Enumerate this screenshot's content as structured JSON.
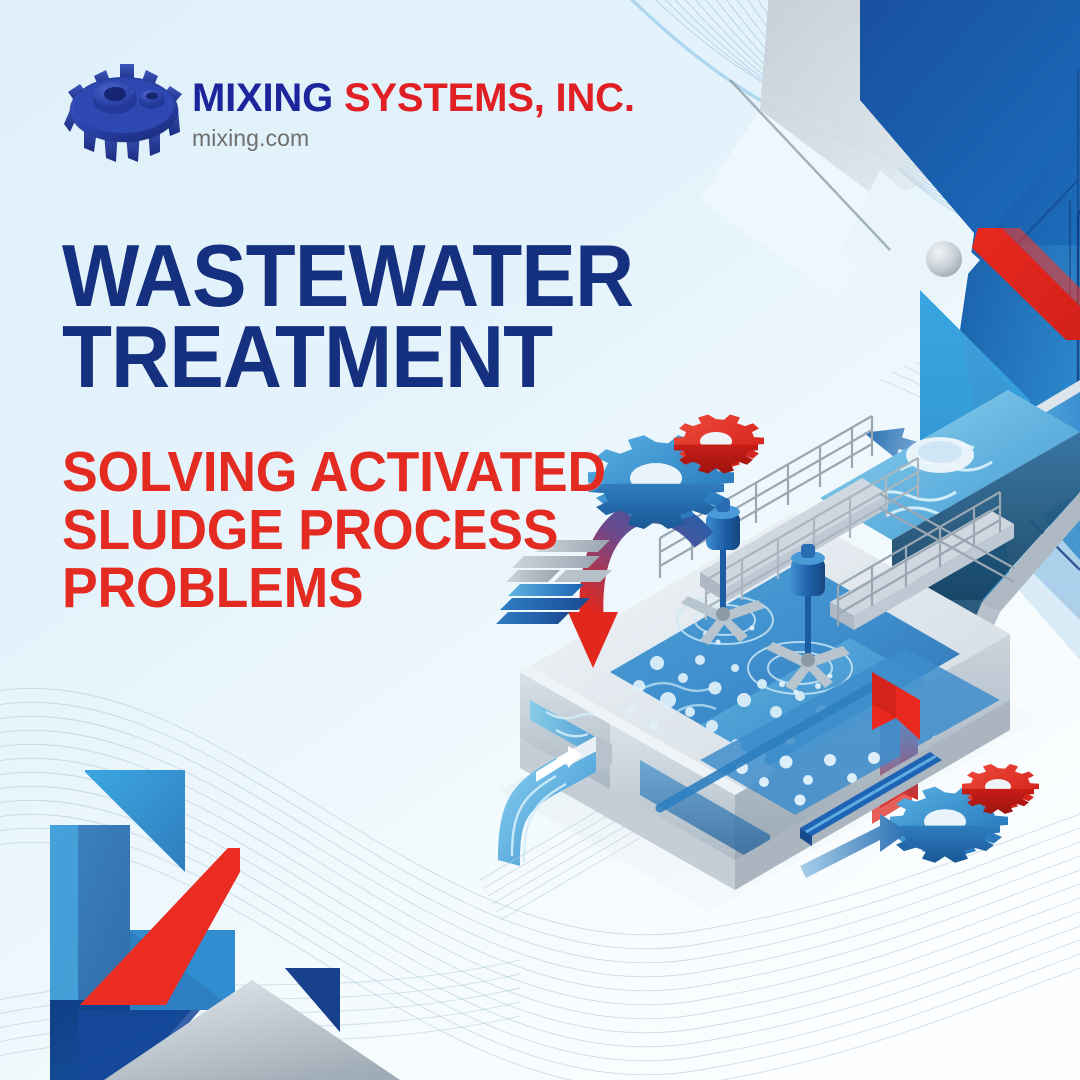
{
  "brand": {
    "logo_icon": "impeller-mixer-icon",
    "name_part_blue": "MIXING",
    "name_part_red": "SYSTEMS, INC.",
    "website": "mixing.com",
    "colors": {
      "blue": "#1c259b",
      "red": "#e12026",
      "url_gray": "#6e6e6e",
      "logo_blue": "#2b49a8"
    }
  },
  "headline": {
    "line1": "WASTEWATER",
    "line2": "TREATMENT",
    "color": "#14307e"
  },
  "subheadline": {
    "line1": "SOLVING ACTIVATED",
    "line2": "SLUDGE PROCESS",
    "line3": "PROBLEMS",
    "color": "#e42b21"
  },
  "illustration": {
    "title": "isometric-wastewater-treatment-plant",
    "elements": [
      "aeration-basin",
      "submersible-mixer-1",
      "submersible-mixer-2",
      "walkway-railing",
      "clarifier-tank",
      "influent-channel",
      "effluent-channel",
      "return-activated-sludge-arrow",
      "sludge-return-pipe"
    ],
    "gears": [
      {
        "name": "gear-blue-top",
        "color": "#3a8fd0"
      },
      {
        "name": "gear-red-top",
        "color": "#e02323"
      },
      {
        "name": "gear-blue-bottom",
        "color": "#3a8fd0"
      },
      {
        "name": "gear-red-bottom",
        "color": "#e02323"
      }
    ],
    "arrows": [
      {
        "name": "inlet-arrow",
        "direction": "right",
        "color": "#ffffff"
      },
      {
        "name": "outlet-arrow",
        "direction": "right",
        "color": "#ffffff"
      },
      {
        "name": "top-flow-arrow",
        "direction": "left",
        "color": "#2f6fb5"
      },
      {
        "name": "bottom-flow-arrow",
        "direction": "right",
        "color": "#2f6fb5"
      },
      {
        "name": "recirculation-arrow",
        "direction": "down-curve",
        "color_from": "#2b5fa8",
        "color_to": "#e02323"
      }
    ],
    "accent_bars": {
      "name": "data-bar-accent",
      "colors": [
        "#b9c3cc",
        "#9aa6b2",
        "#2f8fd8",
        "#1e63b8",
        "#1c4f9c"
      ]
    }
  },
  "decor": {
    "top_right_shapes": [
      "polygon-dark-blue",
      "polygon-mid-blue",
      "polygon-light-blue",
      "polygon-gray",
      "red-diagonal-bar",
      "gray-sphere"
    ],
    "bottom_left_shapes": [
      "triangle-cyan",
      "rect-steel-blue",
      "parallelogram-red",
      "triangle-navy",
      "triangle-gray",
      "small-triangle-navy"
    ],
    "line_waves": "thin-concentric-arc-lines",
    "palette": {
      "bg_light": "#dff0fa",
      "bg_pale": "#f6fbfe",
      "deep_blue": "#11549e",
      "navy": "#17316f",
      "sky": "#35a3dd",
      "steel": "#3a79b8",
      "red": "#e5271f",
      "gray": "#b6bfc7"
    }
  }
}
